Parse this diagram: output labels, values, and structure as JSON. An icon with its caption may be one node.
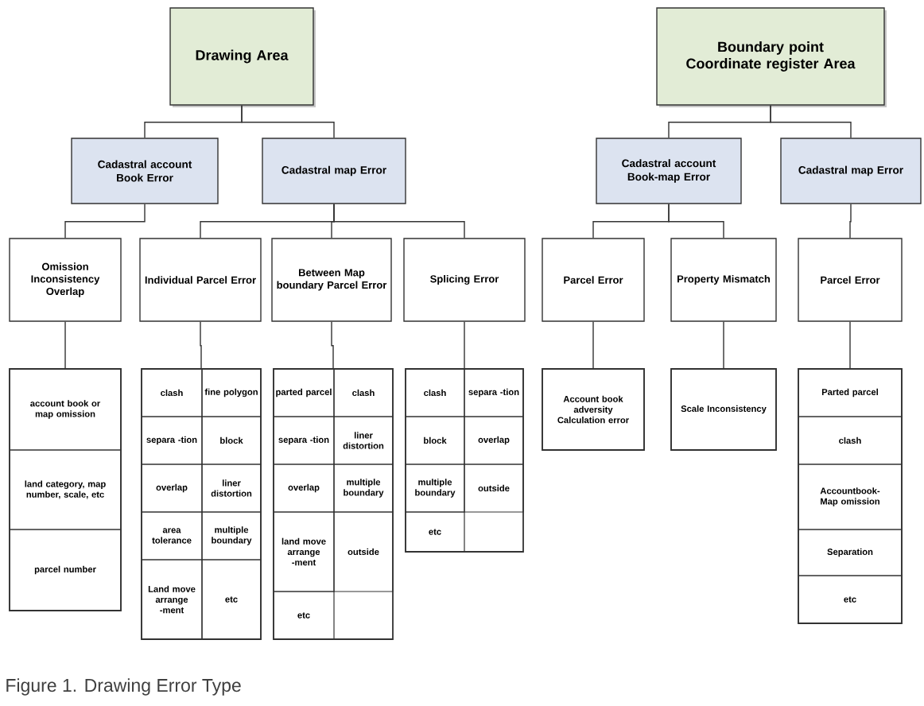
{
  "diagram": {
    "caption": "Figure 1. Drawing Error Type",
    "nodes": [
      {
        "text": [
          "Drawing Area"
        ]
      },
      {
        "text": [
          "Boundary point Coordinate register Area"
        ]
      },
      {
        "text": [
          "Cadastral account Book Error"
        ]
      },
      {
        "text": [
          "Cadastral map Error"
        ]
      },
      {
        "text": [
          "Cadastral account Book-map Error"
        ]
      },
      {
        "text": [
          "Cadastral map Error"
        ]
      },
      {
        "text": [
          "Omission Inconsistency Overlap"
        ]
      },
      {
        "text": [
          "Individual Parcel Error"
        ]
      },
      {
        "text": [
          "Between Map boundary Parcel Error"
        ]
      },
      {
        "text": [
          "Splicing Error"
        ]
      },
      {
        "text": [
          "Parcel Error"
        ]
      },
      {
        "text": [
          "Property Mismatch"
        ]
      },
      {
        "text": [
          "Parcel Error"
        ]
      },
      {
        "text": [
          "account book or map omission",
          "land category, map number, scale, etc",
          "parcel number"
        ]
      },
      {
        "text": [
          "clash",
          "fine polygon",
          "separa -tion",
          "block",
          "overlap",
          "liner distortion",
          "area tolerance",
          "multiple boundary",
          "Land move arrange -ment",
          "etc"
        ]
      },
      {
        "text": [
          "parted parcel",
          "clash",
          "separa -tion",
          "liner distortion",
          "overlap",
          "multiple boundary",
          "land move arrange -ment",
          "outside",
          "etc"
        ]
      },
      {
        "text": [
          "clash",
          "separa -tion",
          "block",
          "overlap",
          "multiple boundary",
          "outside",
          "etc"
        ]
      },
      {
        "text": [
          "Account book adversity Calculation error"
        ]
      },
      {
        "text": [
          "Scale Inconsistency"
        ]
      },
      {
        "text": [
          "Parted parcel",
          "clash",
          "Accountbook-Map omission",
          "Separation",
          "etc"
        ]
      }
    ],
    "edges": [
      {
        "from": 0,
        "to": 2,
        "arrow": "none"
      },
      {
        "from": 0,
        "to": 3,
        "arrow": "none"
      },
      {
        "from": 1,
        "to": 4,
        "arrow": "none"
      },
      {
        "from": 1,
        "to": 5,
        "arrow": "none"
      },
      {
        "from": 2,
        "to": 6,
        "arrow": "none"
      },
      {
        "from": 3,
        "to": 7,
        "arrow": "none"
      },
      {
        "from": 3,
        "to": 8,
        "arrow": "none"
      },
      {
        "from": 3,
        "to": 9,
        "arrow": "none"
      },
      {
        "from": 4,
        "to": 10,
        "arrow": "none"
      },
      {
        "from": 4,
        "to": 11,
        "arrow": "none"
      },
      {
        "from": 5,
        "to": 12,
        "arrow": "none"
      },
      {
        "from": 6,
        "to": 13,
        "arrow": "none"
      },
      {
        "from": 7,
        "to": 14,
        "arrow": "none"
      },
      {
        "from": 8,
        "to": 15,
        "arrow": "none"
      },
      {
        "from": 9,
        "to": 16,
        "arrow": "none"
      },
      {
        "from": 10,
        "to": 17,
        "arrow": "none"
      },
      {
        "from": 11,
        "to": 18,
        "arrow": "none"
      },
      {
        "from": 12,
        "to": 19,
        "arrow": "none"
      }
    ]
  }
}
